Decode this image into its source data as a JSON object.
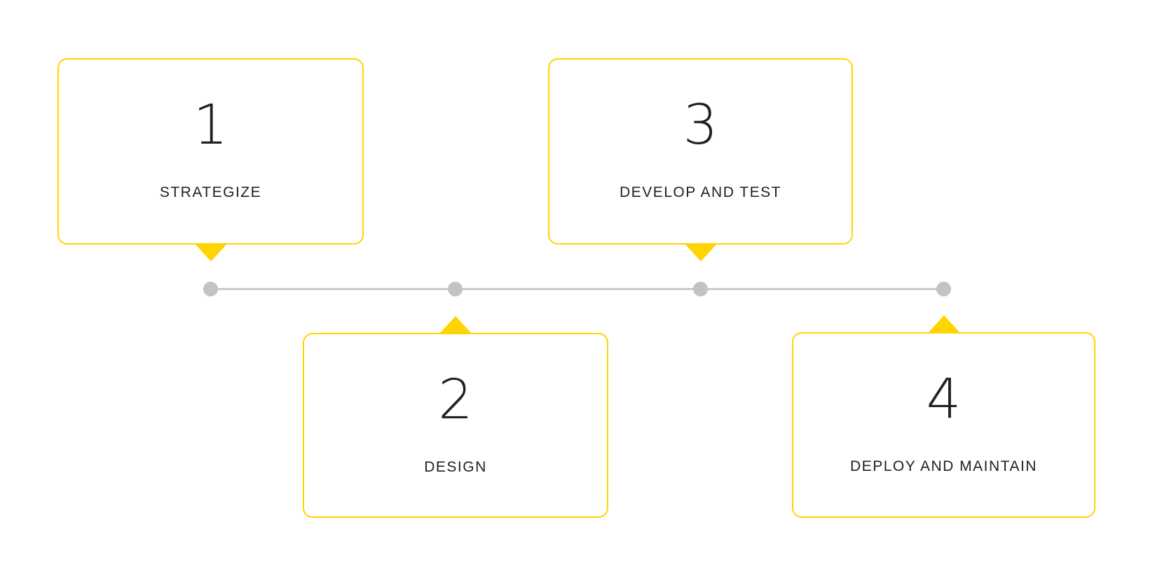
{
  "canvas": {
    "background": "#FFFFFF"
  },
  "colors": {
    "accent_yellow": "#FFD400",
    "line_gray": "#C9C9C9",
    "dot_gray": "#C3C3C3",
    "text_dark": "#212121"
  },
  "timeline": {
    "type": "horizontal-process-timeline",
    "steps": [
      {
        "number": "1",
        "label": "STRATEGIZE",
        "position": "above"
      },
      {
        "number": "2",
        "label": "DESIGN",
        "position": "below"
      },
      {
        "number": "3",
        "label": "DEVELOP AND TEST",
        "position": "above"
      },
      {
        "number": "4",
        "label": "DEPLOY AND MAINTAIN",
        "position": "below"
      }
    ]
  }
}
